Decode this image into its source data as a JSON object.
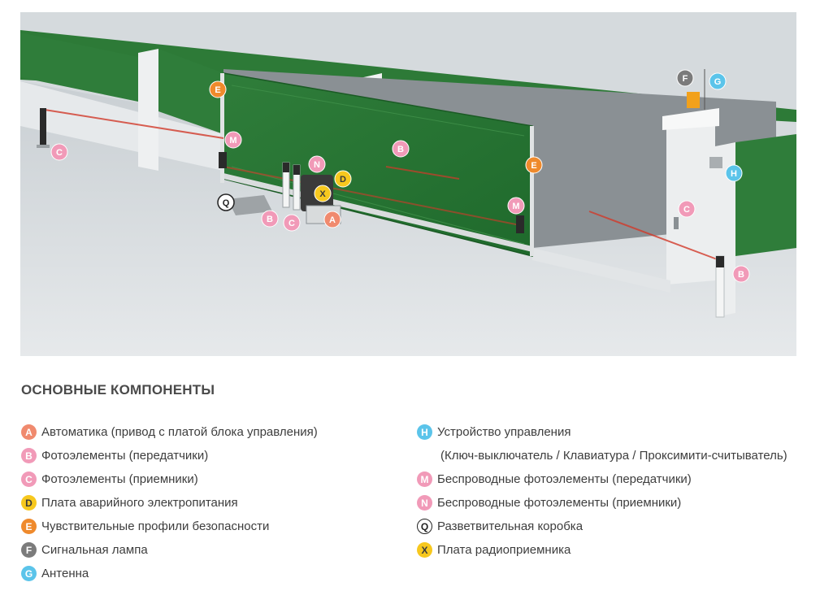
{
  "colors": {
    "A": "#f08a6e",
    "B": "#f19ab8",
    "C": "#f19ab8",
    "D": "#f7c81e",
    "E": "#ef8a2c",
    "F": "#7b7b7b",
    "G": "#5bc4ea",
    "H": "#5bc4ea",
    "M": "#f19ab8",
    "N": "#f19ab8",
    "Q": "#ffffff",
    "X": "#f7c81e"
  },
  "badge_text_colors": {
    "A": "#ffffff",
    "B": "#ffffff",
    "C": "#ffffff",
    "D": "#3a3a3a",
    "E": "#ffffff",
    "F": "#ffffff",
    "G": "#ffffff",
    "H": "#ffffff",
    "M": "#ffffff",
    "N": "#ffffff",
    "Q": "#222222",
    "X": "#3a3a3a"
  },
  "diagram": {
    "labels": [
      "E",
      "M",
      "B",
      "N",
      "D",
      "X",
      "A",
      "C",
      "B",
      "Q",
      "E",
      "M",
      "F",
      "G",
      "H",
      "C",
      "B",
      "C"
    ]
  },
  "title": "ОСНОВНЫЕ КОМПОНЕНТЫ",
  "legend": {
    "left": [
      {
        "letter": "A",
        "text": "Автоматика (привод с платой блока управления)"
      },
      {
        "letter": "B",
        "text": "Фотоэлементы (передатчики)"
      },
      {
        "letter": "C",
        "text": "Фотоэлементы (приемники)"
      },
      {
        "letter": "D",
        "text": "Плата аварийного электропитания"
      },
      {
        "letter": "E",
        "text": "Чувствительные профили безопасности"
      },
      {
        "letter": "F",
        "text": "Сигнальная лампа"
      },
      {
        "letter": "G",
        "text": "Антенна"
      }
    ],
    "right": [
      {
        "letter": "H",
        "text": "Устройство управления"
      },
      {
        "letter": "",
        "text": "(Ключ-выключатель / Клавиатура / Проксимити-считыватель)"
      },
      {
        "letter": "M",
        "text": "Беспроводные фотоэлементы (передатчики)"
      },
      {
        "letter": "N",
        "text": "Беспроводные фотоэлементы (приемники)"
      },
      {
        "letter": "Q",
        "text": "Разветвительная коробка"
      },
      {
        "letter": "X",
        "text": "Плата радиоприемника"
      }
    ]
  }
}
